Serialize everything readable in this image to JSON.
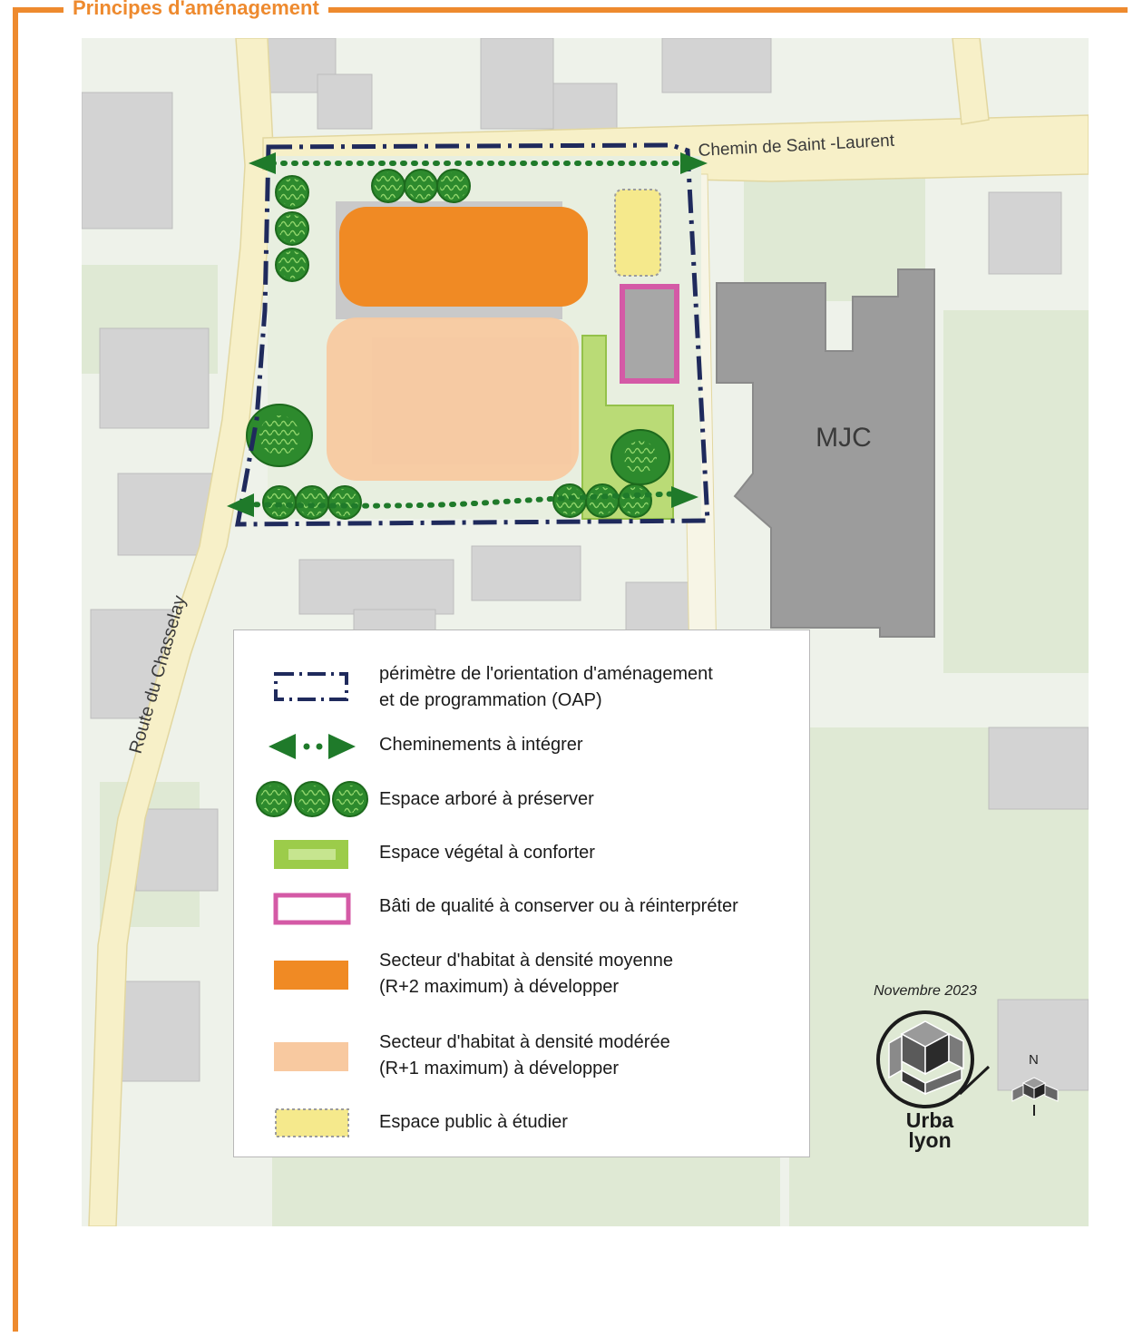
{
  "header": {
    "title": "Principes d'aménagement"
  },
  "map": {
    "labels": {
      "road_north": "Chemin de Saint -Laurent",
      "road_west": "Route du Chasselay",
      "building": "MJC"
    },
    "colors": {
      "frame": "#ee8a2e",
      "perimeter": "#1f2a5c",
      "path": "#1f7a2a",
      "trees": "#2d8a2d",
      "vegetal": "#9ccc4a",
      "heritage": "#d45aa6",
      "density_medium": "#f08a24",
      "density_moderate": "#f8c9a0",
      "public_space": "#f5e98c"
    }
  },
  "legend": {
    "items": [
      {
        "id": "perimeter",
        "icon": "dash-dot-rectangle-icon",
        "lines": [
          "périmètre de l'orientation d'aménagement",
          "et de programmation (OAP)"
        ]
      },
      {
        "id": "paths",
        "icon": "double-arrow-path-icon",
        "lines": [
          "Cheminements à intégrer"
        ]
      },
      {
        "id": "trees",
        "icon": "tree-cluster-icon",
        "lines": [
          "Espace arboré à préserver"
        ]
      },
      {
        "id": "vegetal",
        "icon": "green-rectangle-icon",
        "lines": [
          "Espace végétal à conforter"
        ]
      },
      {
        "id": "heritage",
        "icon": "pink-outline-rectangle-icon",
        "lines": [
          "Bâti de qualité à conserver ou à réinterpréter"
        ]
      },
      {
        "id": "density_medium",
        "icon": "orange-rectangle-icon",
        "lines": [
          "Secteur d'habitat à densité moyenne",
          "(R+2 maximum) à développer"
        ]
      },
      {
        "id": "density_moderate",
        "icon": "peach-rectangle-icon",
        "lines": [
          "Secteur d'habitat à densité modérée",
          "(R+1 maximum) à développer"
        ]
      },
      {
        "id": "public_space",
        "icon": "yellow-dotted-rectangle-icon",
        "lines": [
          "Espace public à étudier"
        ]
      }
    ]
  },
  "badge": {
    "date": "Novembre 2023",
    "name_line1": "Urba",
    "name_line2": "lyon",
    "logo_icon": "urbalyon-cube-logo-icon"
  },
  "compass": {
    "label": "N",
    "icon": "north-arrow-icon"
  }
}
